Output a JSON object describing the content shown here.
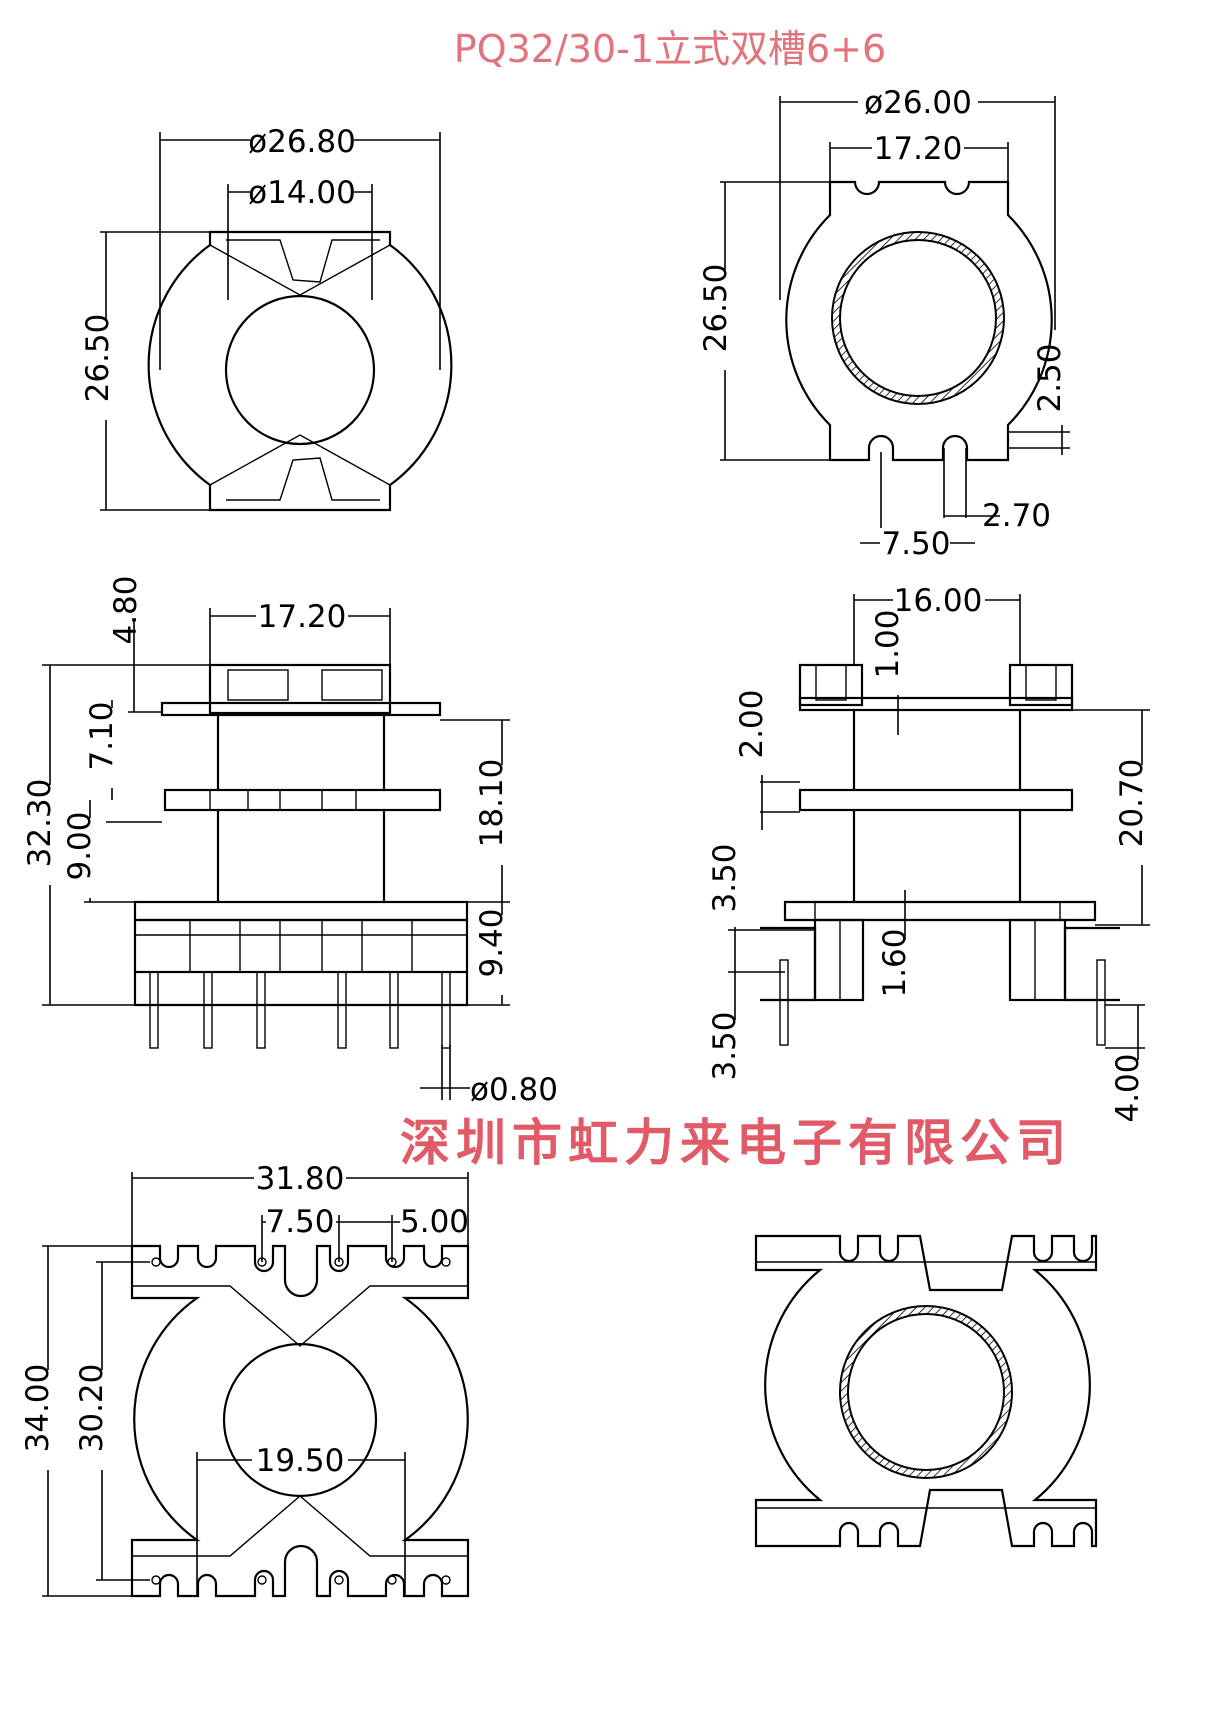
{
  "title": "PQ32/30-1立式双槽6+6",
  "company": "深圳市虹力来电子有限公司",
  "views": {
    "top_left": {
      "d_outer": "ø26.80",
      "d_inner": "ø14.00",
      "height": "26.50"
    },
    "top_right": {
      "d_outer": "ø26.00",
      "slot_width": "17.20",
      "height": "26.50",
      "tab": "2.50",
      "gap": "2.70",
      "pin_pitch": "7.50"
    },
    "front": {
      "top_width": "17.20",
      "flange_top": "4.80",
      "section1": "7.10",
      "total_height": "32.30",
      "section2": "9.00",
      "winding_height": "18.10",
      "base_height": "9.40",
      "pin_diameter": "ø0.80"
    },
    "side": {
      "width": "16.00",
      "flange_thickness": "1.00",
      "mid_flange": "2.00",
      "winding_height": "20.70",
      "base_top": "3.50",
      "wall": "1.60",
      "base_bottom": "3.50",
      "pin_length": "4.00"
    },
    "bottom": {
      "width": "31.80",
      "pin_pitch": "7.50",
      "pin_spacing": "5.00",
      "total_height": "34.00",
      "inner_height": "30.20",
      "center_width": "19.50"
    }
  },
  "colors": {
    "title": "#e2727c",
    "company": "#e15a67",
    "line": "#000000"
  }
}
